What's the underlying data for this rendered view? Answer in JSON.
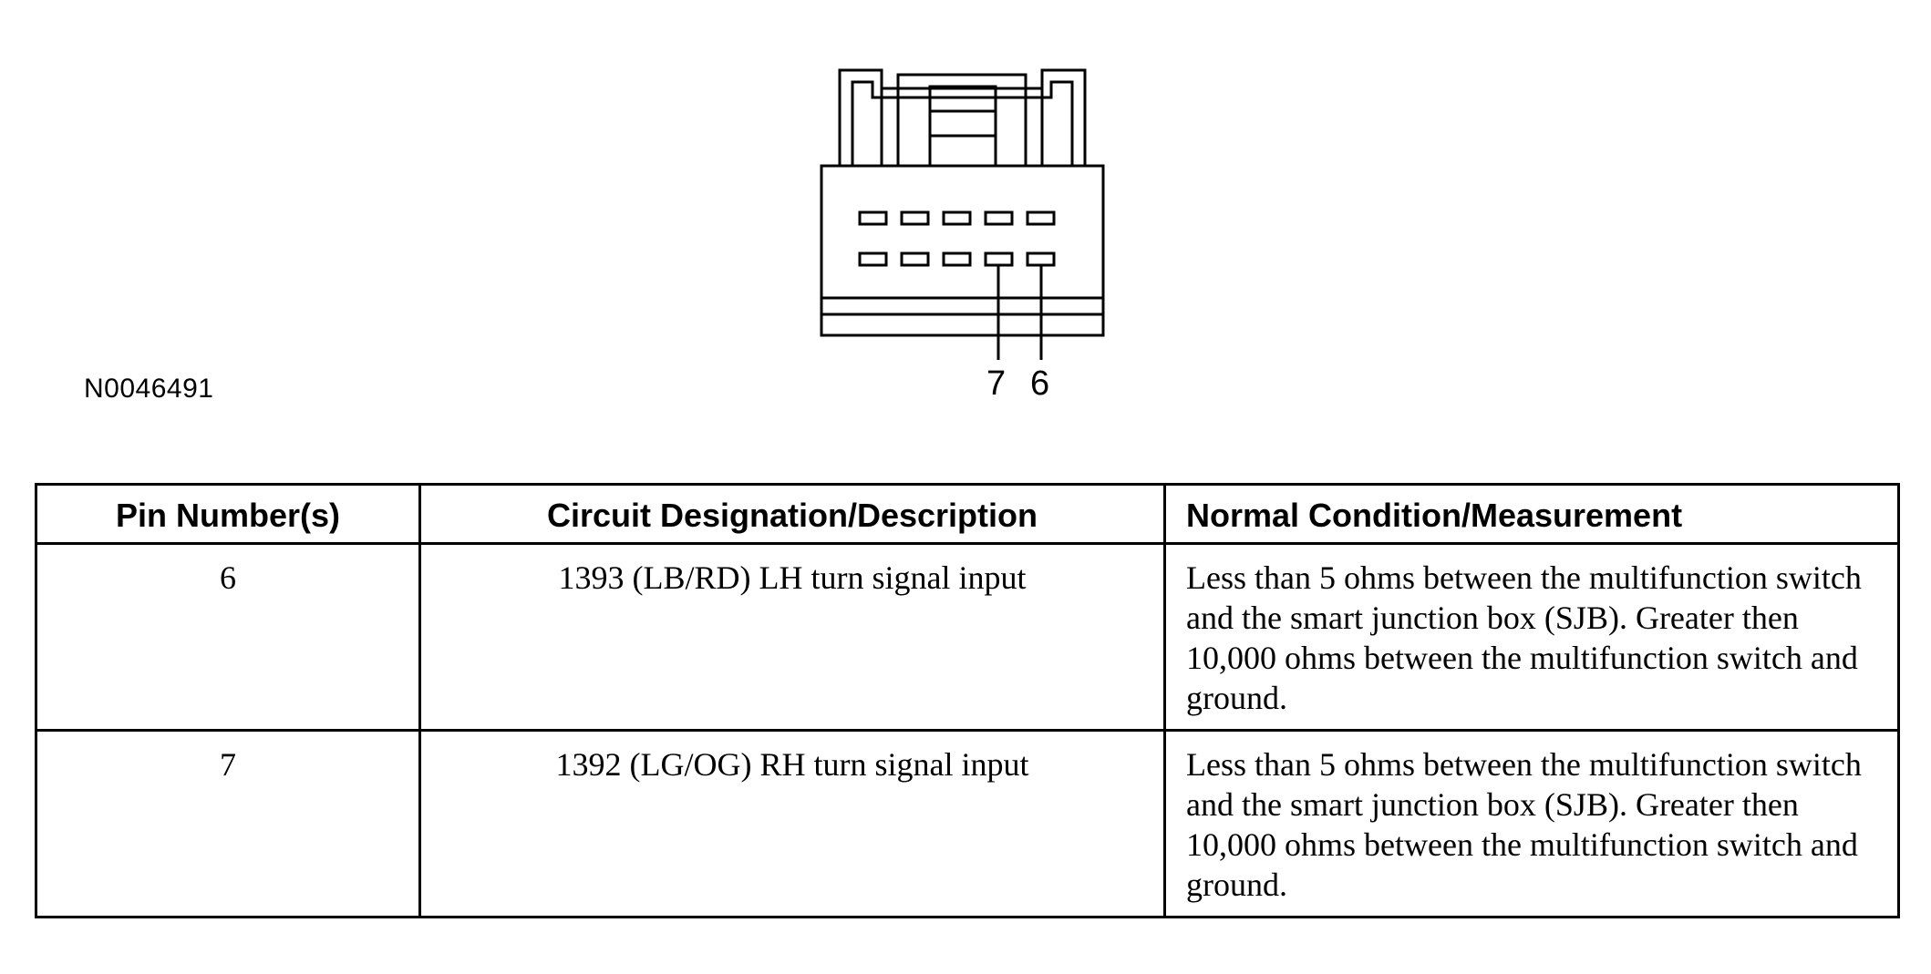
{
  "figure": {
    "reference_code": "N0046491",
    "pin_labels": [
      "7",
      "6"
    ]
  },
  "table": {
    "headers": {
      "pin": "Pin Number(s)",
      "circuit": "Circuit Designation/Description",
      "normal": "Normal Condition/Measurement"
    },
    "rows": [
      {
        "pin": "6",
        "circuit": "1393 (LB/RD) LH turn signal input",
        "normal": "Less than 5 ohms between the multifunction switch and the smart junction box (SJB). Greater then 10,000 ohms between the multifunction switch and ground."
      },
      {
        "pin": "7",
        "circuit": "1392 (LG/OG) RH turn signal input",
        "normal": "Less than 5 ohms between the multifunction switch and the smart junction box (SJB). Greater then 10,000 ohms between the multifunction switch and ground."
      }
    ]
  }
}
